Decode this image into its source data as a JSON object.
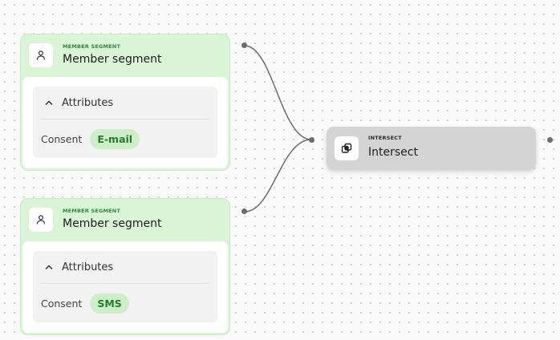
{
  "segments": [
    {
      "type_label": "MEMBER SEGMENT",
      "title": "Member segment",
      "attributes_label": "Attributes",
      "consent_label": "Consent",
      "consent_value": "E-mail",
      "icon": "person-icon"
    },
    {
      "type_label": "MEMBER SEGMENT",
      "title": "Member segment",
      "attributes_label": "Attributes",
      "consent_label": "Consent",
      "consent_value": "SMS",
      "icon": "person-icon"
    }
  ],
  "intersect": {
    "type_label": "INTERSECT",
    "title": "Intersect",
    "icon": "intersect-icon"
  },
  "colors": {
    "segment_header": "#d9f5d6",
    "segment_type_text": "#2d8a3e",
    "pill_bg": "#cdeec9",
    "pill_text": "#237a35",
    "intersect_node": "#d4d4d4",
    "edge": "#6d6d6d"
  }
}
